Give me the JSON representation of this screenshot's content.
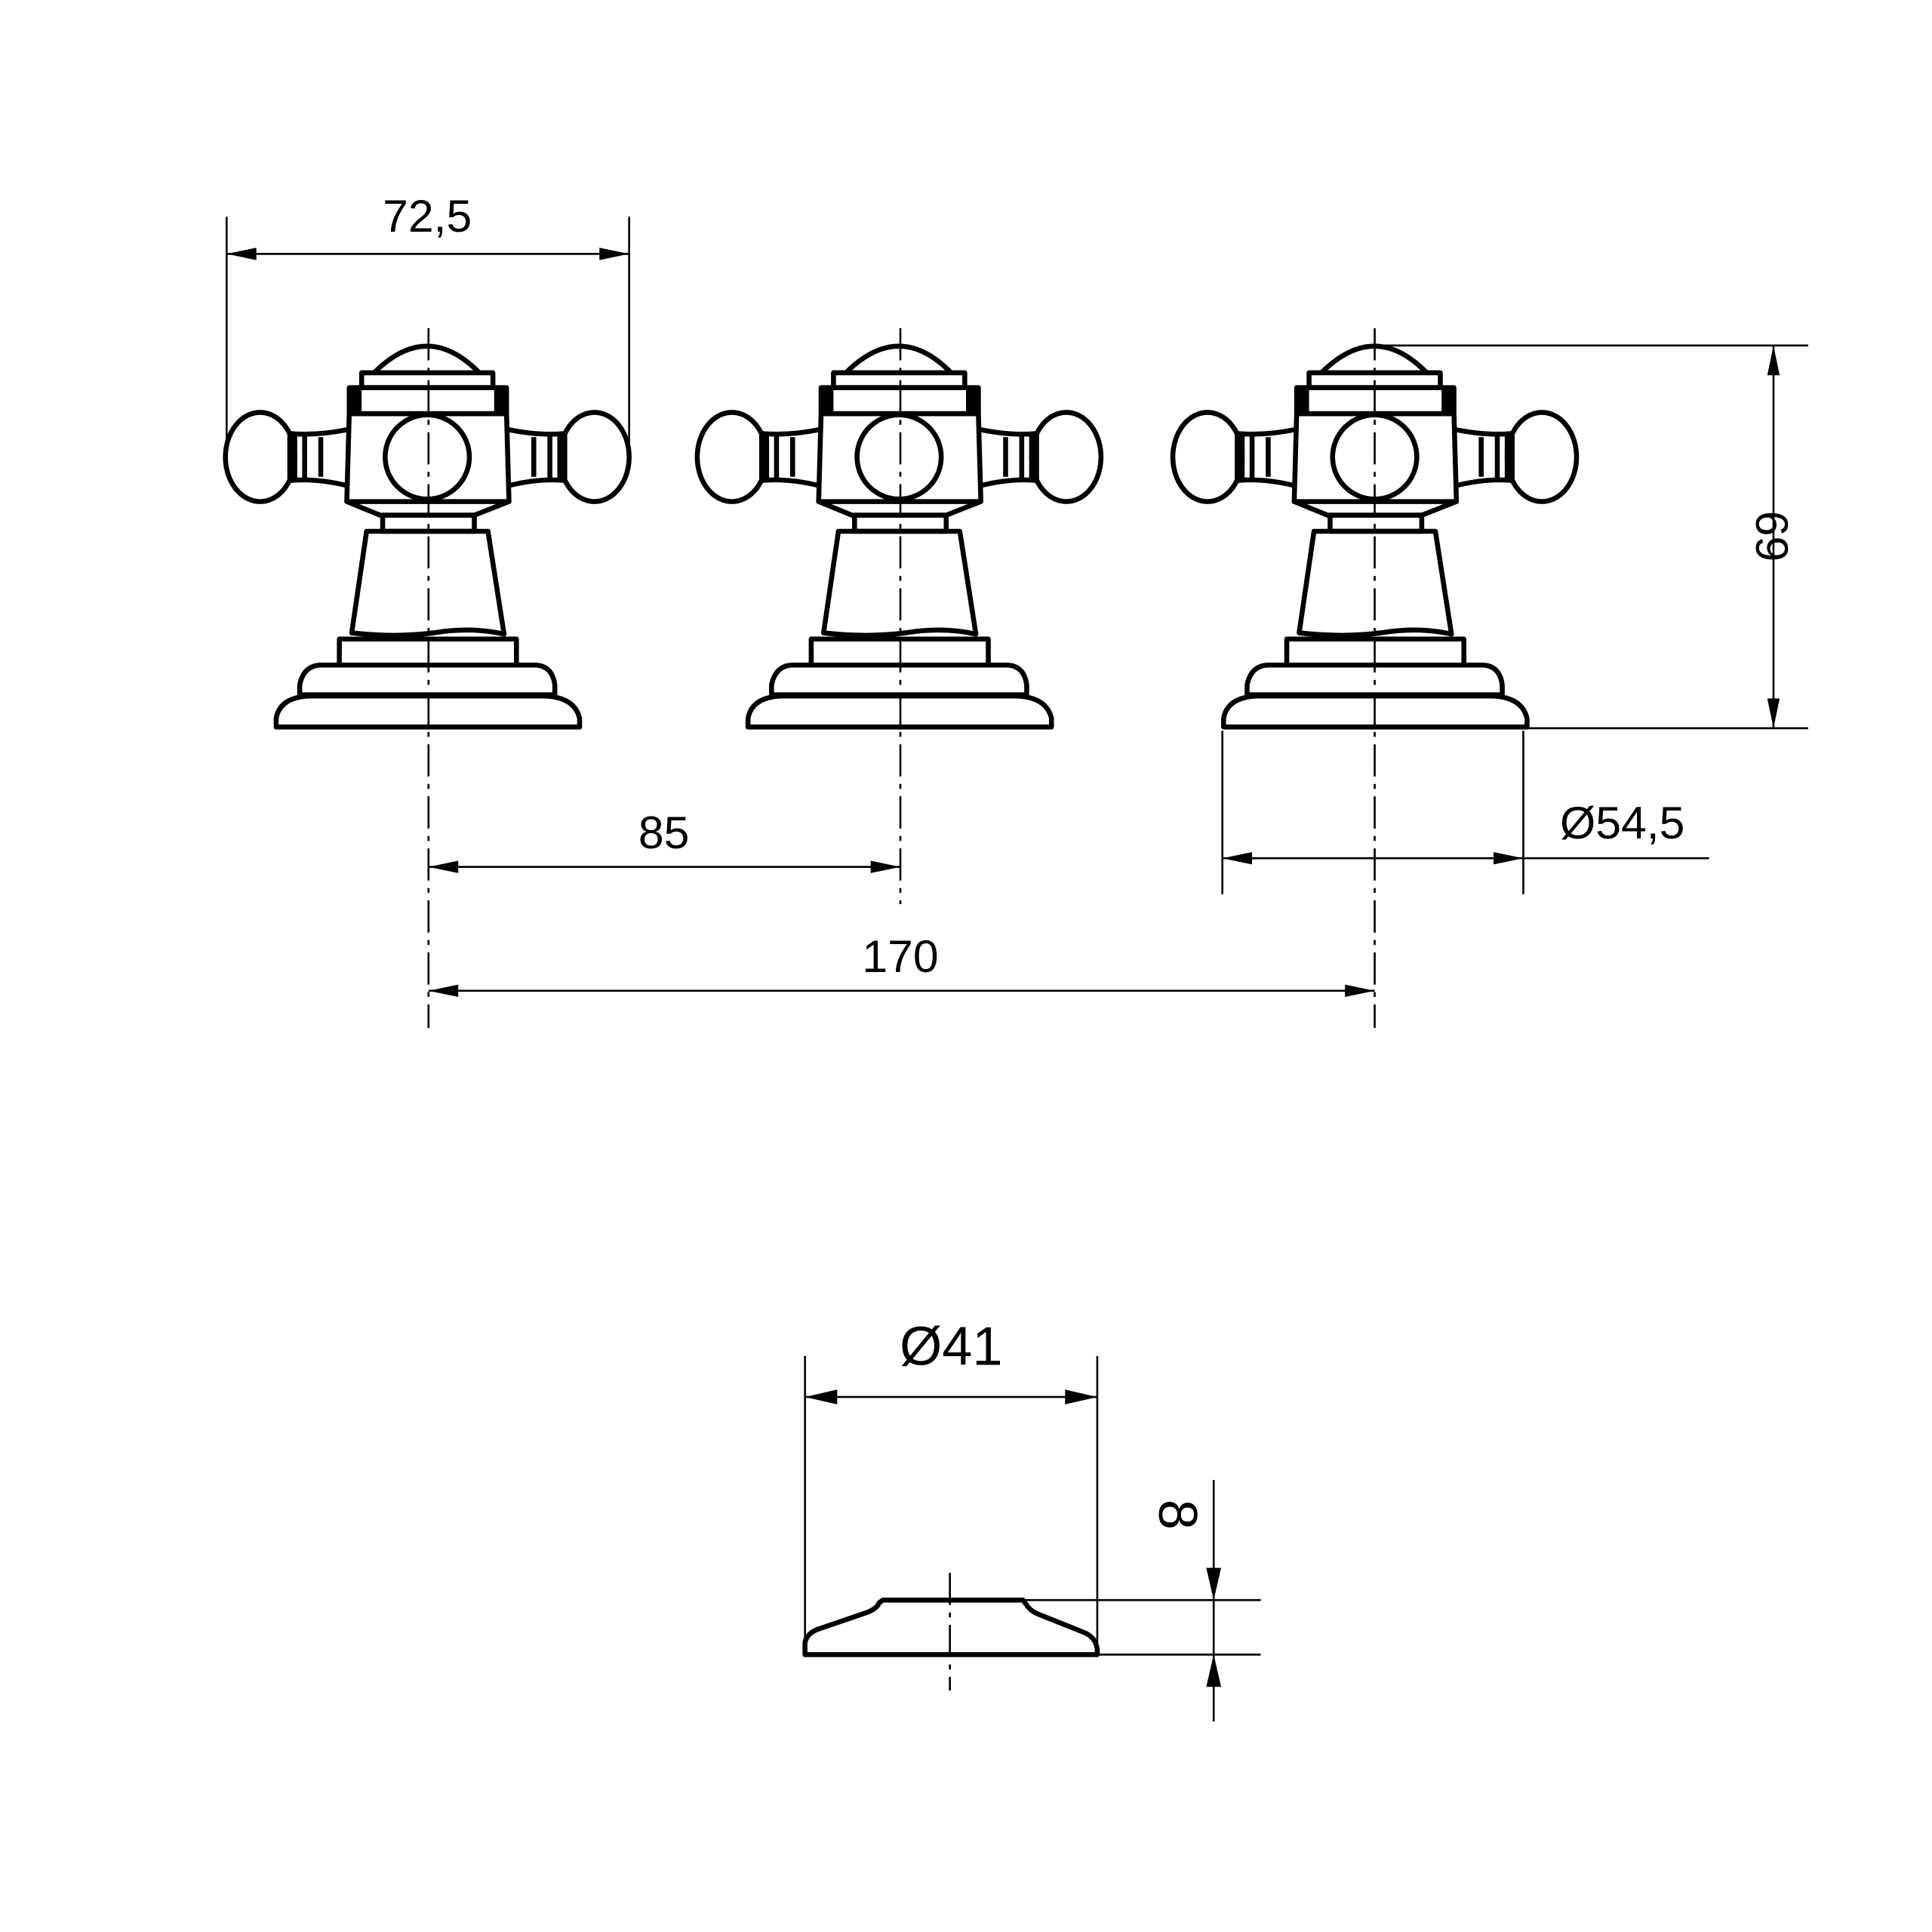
{
  "drawing": {
    "title": "Three-hole cross-handle tap set technical drawing",
    "dimensions": {
      "handle_width": "72,5",
      "height": "69",
      "base_diameter": "Ø54,5",
      "spacing_single": "85",
      "spacing_total": "170",
      "rosette_diameter": "Ø41",
      "rosette_height": "8"
    },
    "views": [
      "tap-left",
      "tap-center",
      "tap-right",
      "rosette"
    ]
  }
}
